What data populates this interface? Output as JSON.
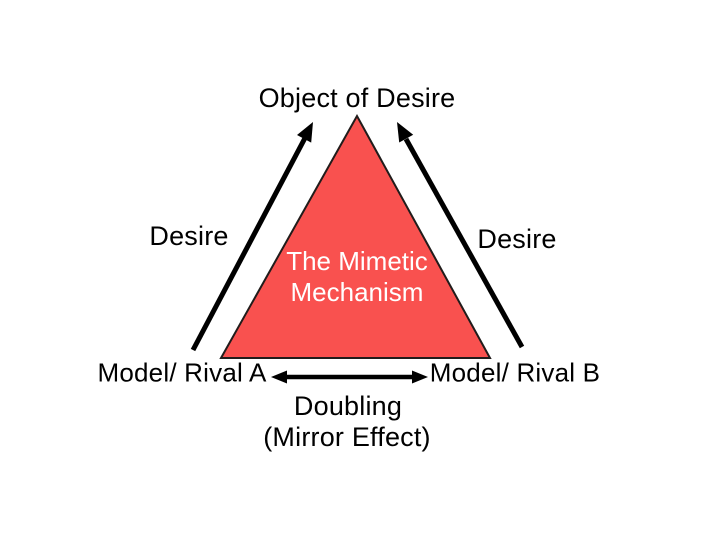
{
  "colors": {
    "background": "#ffffff",
    "triangle_fill": "#f9514f",
    "triangle_outline": "#211c1b",
    "arrow": "#000000",
    "label_text": "#000000",
    "center_text": "#ffffff"
  },
  "diagram": {
    "apex_label": "Object of Desire",
    "left_desire_label": "Desire",
    "right_desire_label": "Desire",
    "left_node_label": "Model/ Rival A",
    "right_node_label": "Model/ Rival B",
    "doubling_label": "Doubling",
    "mirror_label": "(Mirror Effect)",
    "center_line1": "The Mimetic",
    "center_line2": "Mechanism"
  }
}
